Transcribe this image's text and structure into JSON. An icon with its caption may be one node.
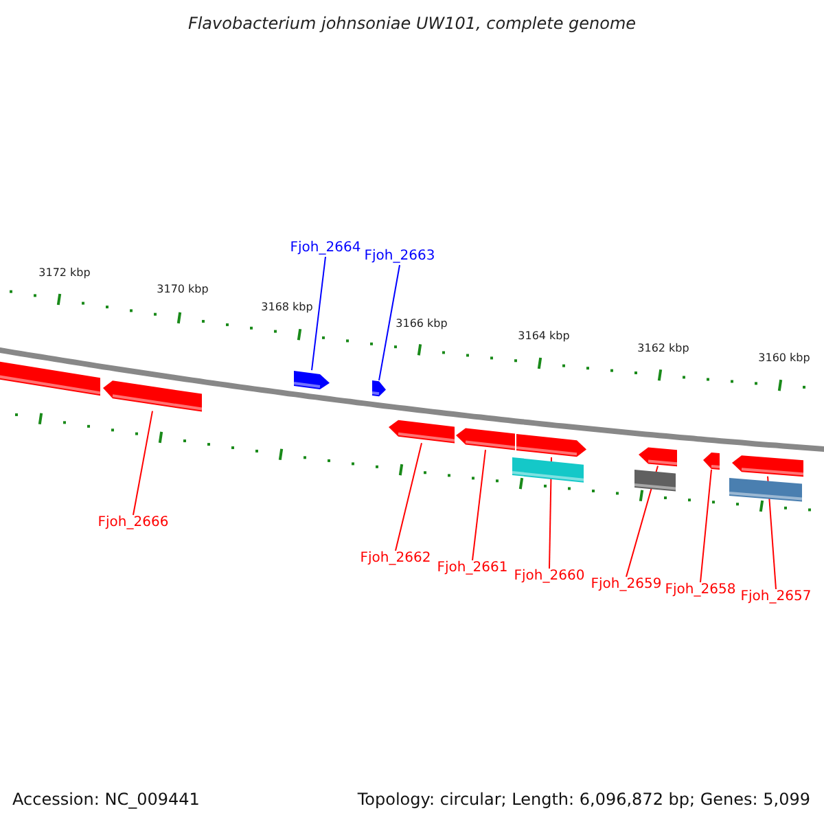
{
  "diagram": {
    "title": "Flavobacterium johnsoniae UW101, complete genome",
    "nodes": [
      {
        "text": [
          "Fjoh_2664"
        ]
      },
      {
        "text": [
          "Fjoh_2663"
        ]
      },
      {
        "text": [
          "Fjoh_2666"
        ]
      },
      {
        "text": [
          "Fjoh_2662"
        ]
      },
      {
        "text": [
          "Fjoh_2661"
        ]
      },
      {
        "text": [
          "Fjoh_2660"
        ]
      },
      {
        "text": [
          "Fjoh_2659"
        ]
      },
      {
        "text": [
          "Fjoh_2658"
        ]
      },
      {
        "text": [
          "Fjoh_2657"
        ]
      },
      {
        "text": [],
        "shape": "box"
      },
      {
        "text": [],
        "shape": "box"
      },
      {
        "text": [],
        "shape": "box"
      },
      {
        "text": [],
        "shape": "box"
      },
      {
        "text": [],
        "shape": "box"
      },
      {
        "text": [],
        "shape": "box"
      },
      {
        "text": [],
        "shape": "box"
      },
      {
        "text": [],
        "shape": "bar"
      },
      {
        "text": [],
        "shape": "box"
      },
      {
        "text": [],
        "shape": "bar"
      },
      {
        "text": [],
        "shape": "box"
      },
      {
        "text": [],
        "shape": "box"
      },
      {
        "text": [],
        "shape": "bar"
      }
    ],
    "edges": [
      {
        "from": 0,
        "to": 11,
        "arrow": "none",
        "color": "#0000ff"
      },
      {
        "from": 1,
        "to": 12,
        "arrow": "none",
        "color": "#0000ff"
      },
      {
        "from": 2,
        "to": 10,
        "arrow": "none"
      },
      {
        "from": 3,
        "to": 13,
        "arrow": "none"
      },
      {
        "from": 4,
        "to": 14,
        "arrow": "none"
      },
      {
        "from": 5,
        "to": 15,
        "arrow": "none"
      },
      {
        "from": 6,
        "to": 17,
        "arrow": "none"
      },
      {
        "from": 7,
        "to": 19,
        "arrow": "none"
      },
      {
        "from": 8,
        "to": 20,
        "arrow": "none"
      }
    ],
    "labels": [
      "3172 kbp",
      "3170 kbp",
      "3168 kbp",
      "3166 kbp",
      "3164 kbp",
      "3162 kbp",
      "3160 kbp",
      "Accession: NC_009441",
      "Topology: circular; Length: 6,096,872 bp; Genes: 5,099"
    ]
  }
}
